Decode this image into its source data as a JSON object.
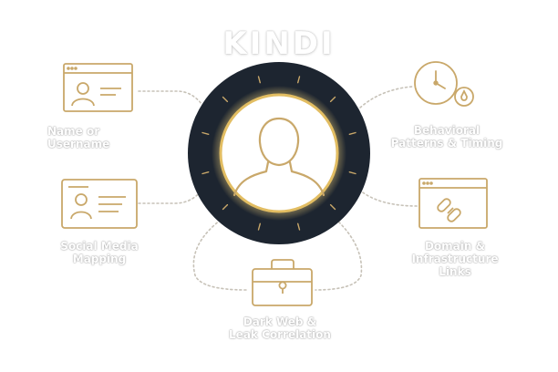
{
  "title": "KINDI",
  "colors": {
    "gold": "#c9a86a",
    "gold_glow": "#f3d37c",
    "ring_dark": "#1d2530",
    "connector": "#c7c2b8",
    "label_outline": "#9a9a9a"
  },
  "center_icon": "person-silhouette-icon",
  "nodes": [
    {
      "id": "name",
      "icon": "profile-window-icon",
      "lines": [
        "Name or",
        "Username"
      ]
    },
    {
      "id": "social",
      "icon": "id-card-icon",
      "lines": [
        "Social Media",
        "Mapping"
      ]
    },
    {
      "id": "darkweb",
      "icon": "briefcase-icon",
      "lines": [
        "Dark Web &",
        "Leak Correlation"
      ]
    },
    {
      "id": "domain",
      "icon": "link-window-icon",
      "lines": [
        "Domain &",
        "Infrastructure",
        "Links"
      ]
    },
    {
      "id": "behavior",
      "icon": "clock-icon",
      "lines": [
        "Behavioral",
        "Patterns & Timing"
      ]
    }
  ]
}
